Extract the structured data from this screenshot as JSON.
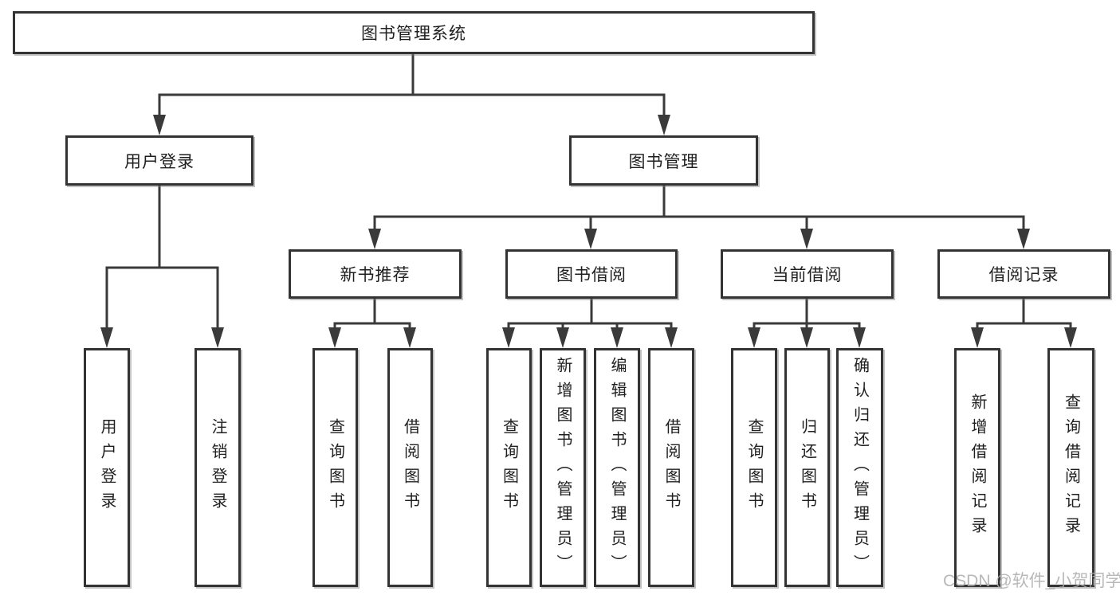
{
  "diagram": {
    "root": {
      "label": "图书管理系统"
    },
    "branches": {
      "user_login": {
        "label": "用户登录",
        "children": [
          "用户登录",
          "注销登录"
        ]
      },
      "book_management": {
        "label": "图书管理",
        "children": [
          {
            "label": "新书推荐",
            "children": [
              "查询图书",
              "借阅图书"
            ]
          },
          {
            "label": "图书借阅",
            "children": [
              "查询图书",
              "新增图书（管理员）",
              "编辑图书（管理员）",
              "借阅图书"
            ]
          },
          {
            "label": "当前借阅",
            "children": [
              "查询图书",
              "归还图书",
              "确认归还（管理员）"
            ]
          },
          {
            "label": "借阅记录",
            "children": [
              "新增借阅记录",
              "查询借阅记录"
            ]
          }
        ]
      }
    },
    "watermark": "CSDN @软件_小贺同学",
    "colors": {
      "line": "#3a3a3a",
      "border": "#333333",
      "fill": "#ffffff",
      "text": "#1f1f1f"
    }
  }
}
